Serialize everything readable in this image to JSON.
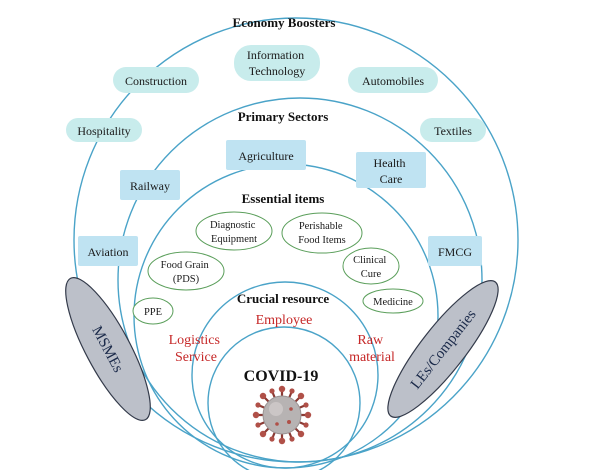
{
  "rings": {
    "economy_boosters": "Economy Boosters",
    "primary_sectors": "Primary Sectors",
    "essential_items": "Essential items",
    "crucial_resource": "Crucial resource",
    "core": "COVID-19"
  },
  "economy_boosters": {
    "information_technology": [
      "Information",
      "Technology"
    ],
    "construction": "Construction",
    "automobiles": "Automobiles",
    "hospitality": "Hospitality",
    "textiles": "Textiles"
  },
  "primary_sectors": {
    "agriculture": "Agriculture",
    "health_care": [
      "Health",
      "Care"
    ],
    "railway": "Railway",
    "aviation": "Aviation",
    "fmcg": "FMCG"
  },
  "essential_items": {
    "diagnostic_equipment": [
      "Diagnostic",
      "Equipment"
    ],
    "perishable_food_items": [
      "Perishable",
      "Food Items"
    ],
    "food_grain": [
      "Food Grain",
      "(PDS)"
    ],
    "clinical_cure": [
      "Clinical",
      "Cure"
    ],
    "ppe": "PPE",
    "medicine": "Medicine"
  },
  "crucial_resource": {
    "employee": "Employee",
    "logistics_service": [
      "Logistics",
      "Service"
    ],
    "raw_material": [
      "Raw",
      "material"
    ]
  },
  "side_labels": {
    "msmes": "MSMEs",
    "les_companies": "LEs/Companies"
  },
  "colors": {
    "ring_stroke": "#4aa3c8",
    "pill_fill": "#c8ecec",
    "box_fill": "#bfe3f2",
    "item_stroke": "#5a9e5a",
    "red_text": "#c62828",
    "side_fill": "#bcc0c9",
    "virus": "#b05048"
  }
}
